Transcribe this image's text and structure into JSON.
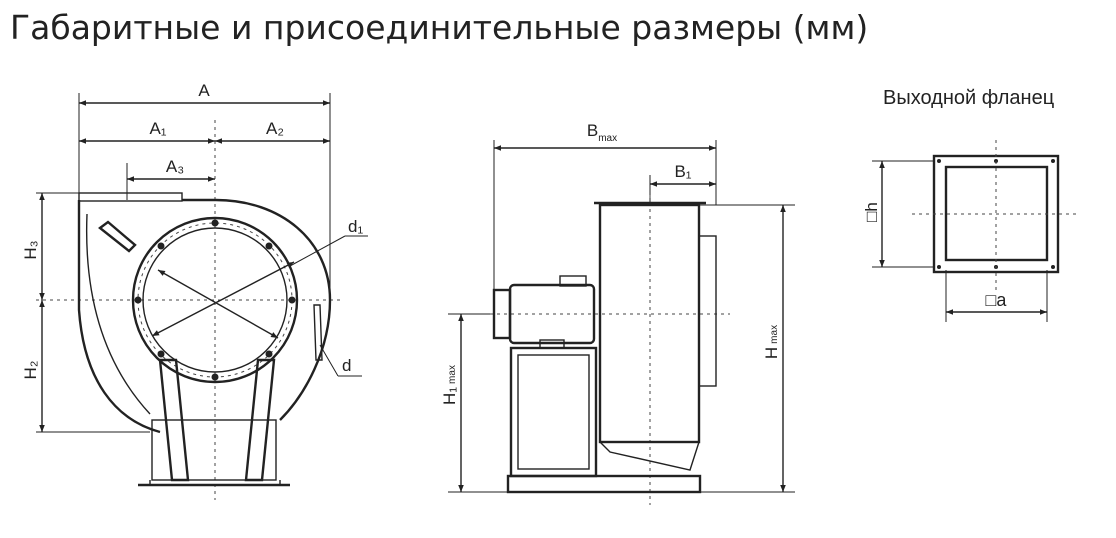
{
  "title": "Габаритные и присоединительные размеры (мм)",
  "front_view": {
    "dim_A": "A",
    "dim_A1": "A₁",
    "dim_A2": "A₂",
    "dim_A3": "A₃",
    "dim_H3": "H₃",
    "dim_H2": "H₂",
    "dim_d1": "d₁",
    "dim_d": "d"
  },
  "side_view": {
    "dim_B": "B",
    "dim_B_sub": "max",
    "dim_B1": "B₁",
    "dim_H1": "H₁",
    "dim_H1_sub": "max",
    "dim_H": "H",
    "dim_H_sub": "max"
  },
  "flange": {
    "title": "Выходной фланец",
    "dim_h": "□h",
    "dim_a": "□a"
  }
}
